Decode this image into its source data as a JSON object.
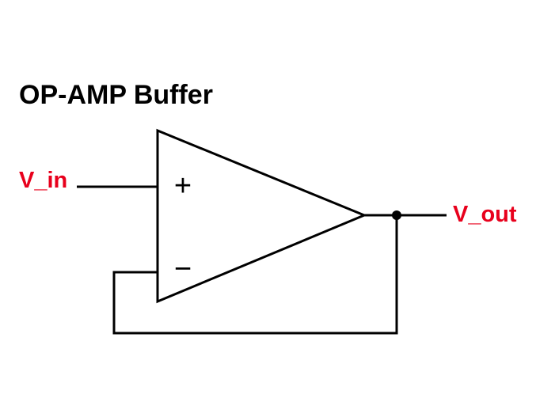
{
  "diagram": {
    "title": "OP-AMP Buffer",
    "input_label": "V_in",
    "output_label": "V_out",
    "plus_symbol": "+",
    "minus_symbol": "−"
  },
  "colors": {
    "wire": "#000000",
    "label": "#e8001c",
    "title": "#000000",
    "background": "#ffffff"
  }
}
